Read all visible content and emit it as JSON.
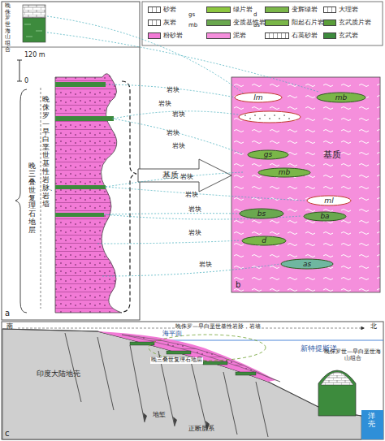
{
  "diagram": {
    "nodes": [
      {
        "text": [
          "lm"
        ]
      },
      {
        "text": [
          "mb"
        ]
      },
      {
        "text": [
          "gs"
        ]
      },
      {
        "text": [
          "mb"
        ]
      },
      {
        "text": [
          "ml"
        ]
      },
      {
        "text": [
          "bs"
        ]
      },
      {
        "text": [
          "ba"
        ]
      },
      {
        "text": [
          "d"
        ]
      },
      {
        "text": [
          "as"
        ]
      }
    ],
    "labels": [
      "晚侏罗世海山组合",
      "120 m",
      "0",
      "晚三叠世复理石地层",
      "晚侏罗—早白垩世基性岩脉、岩墙",
      "a",
      "基质",
      "岩块",
      "岩块",
      "岩块",
      "岩块",
      "岩块",
      "岩块",
      "岩块",
      "岩块",
      "岩块",
      "岩块",
      "基质",
      "b",
      "海平面",
      "新特提斯洋",
      "晚侏罗—早白垩世基性岩脉，岩墙",
      "晚三叠世复理石地层",
      "印度大陆地壳",
      "地堑",
      "正断层系",
      "晚侏罗世—早白垩世海山组合",
      "南",
      "北",
      "c",
      "洋壳",
      "gs",
      "d",
      "mb",
      "as"
    ],
    "legend": [
      {
        "text": "砂岩"
      },
      {
        "text": "绿片岩",
        "color": "#8cc63f"
      },
      {
        "text": "变辉绿岩",
        "color": "#7ab648"
      },
      {
        "text": "大理岩"
      },
      {
        "text": "灰岩"
      },
      {
        "text": "变质基性岩",
        "color": "#6aa84f"
      },
      {
        "text": "阳起石片岩",
        "color": "#7ab648"
      },
      {
        "text": "玄武质片岩",
        "color": "#5a9e3a"
      },
      {
        "text": "粉砂岩",
        "color": "#f27ad6"
      },
      {
        "text": "泥岩",
        "color": "#f58fdc"
      },
      {
        "text": "石英砂岩"
      },
      {
        "text": "玄武岩",
        "color": "#3d8b3d"
      }
    ]
  }
}
